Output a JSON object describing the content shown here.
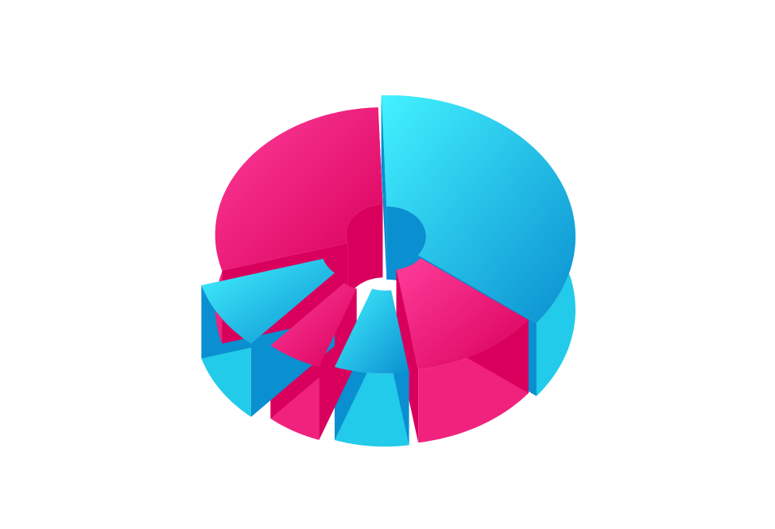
{
  "chart_data": {
    "type": "pie",
    "style": "3d-exploded-donut",
    "title": "",
    "slices": [
      {
        "value": 36,
        "color": "#22cbe9",
        "highlight": "#43f2ff",
        "shade": "#0a8fd0"
      },
      {
        "value": 12,
        "color": "#f0227e",
        "highlight": "#ff3d9a",
        "shade": "#d8005c"
      },
      {
        "value": 8,
        "color": "#22cbe9",
        "highlight": "#43f2ff",
        "shade": "#0a8fd0"
      },
      {
        "value": 6,
        "color": "#f0227e",
        "highlight": "#ff3d9a",
        "shade": "#d8005c"
      },
      {
        "value": 9,
        "color": "#22cbe9",
        "highlight": "#43f2ff",
        "shade": "#0a8fd0"
      },
      {
        "value": 29,
        "color": "#f0227e",
        "highlight": "#ff3d9a",
        "shade": "#d8005c"
      }
    ]
  }
}
